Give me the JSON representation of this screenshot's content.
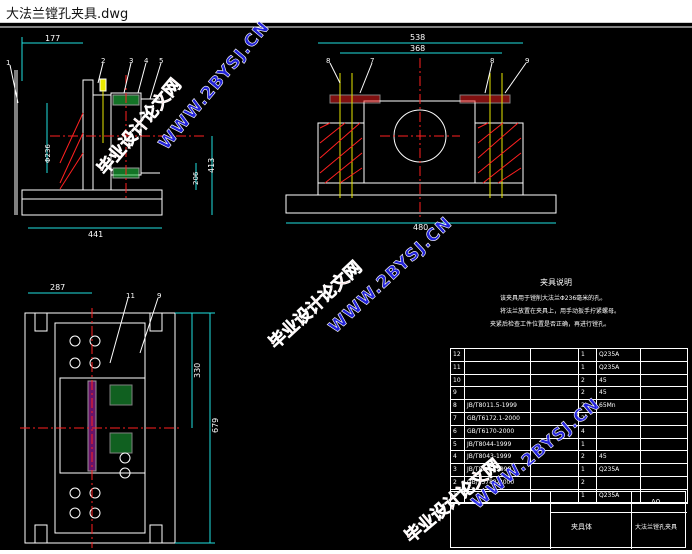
{
  "window": {
    "title": "大法兰镗孔夹具.dwg"
  },
  "colors": {
    "background": "#000000",
    "line": "#ffffff",
    "red": "#ff2020",
    "yellow": "#e8e800",
    "cyan": "#20e0e0",
    "green": "#20ff20"
  },
  "dimensions": {
    "front_width": "441",
    "front_top": "177",
    "front_height": "413",
    "front_inner": "206",
    "front_dia": "Φ236",
    "side_total": "538",
    "side_inner": "368",
    "side_bottom": "480",
    "plan_left": "287",
    "plan_height1": "330",
    "plan_height2": "679"
  },
  "balloons": {
    "front": [
      "1",
      "2",
      "3",
      "4",
      "5"
    ],
    "side": [
      "8",
      "7",
      "8",
      "9"
    ],
    "plan": [
      "11",
      "9"
    ]
  },
  "notes": {
    "title": "夹具说明",
    "lines": [
      "该夹具用于镗削大法兰Φ236毫米的孔。",
      "将法兰放置在夹具上，用手动扳手拧紧螺母。",
      "夹紧后检查工件位置是否正确，再进行镗孔。"
    ]
  },
  "bom_rows": [
    {
      "no": "12",
      "code": "",
      "name": "",
      "qty": "1",
      "material": "Q235A"
    },
    {
      "no": "11",
      "code": "",
      "name": "",
      "qty": "1",
      "material": "Q235A"
    },
    {
      "no": "10",
      "code": "",
      "name": "",
      "qty": "2",
      "material": "45"
    },
    {
      "no": "9",
      "code": "",
      "name": "",
      "qty": "2",
      "material": "45"
    },
    {
      "no": "8",
      "code": "JB/T8011.5-1999",
      "name": "",
      "qty": "2",
      "material": "65Mn"
    },
    {
      "no": "7",
      "code": "GB/T6172.1-2000",
      "name": "",
      "qty": "2",
      "material": ""
    },
    {
      "no": "6",
      "code": "GB/T6170-2000",
      "name": "",
      "qty": "4",
      "material": ""
    },
    {
      "no": "5",
      "code": "JB/T8044-1999",
      "name": "",
      "qty": "1",
      "material": ""
    },
    {
      "no": "4",
      "code": "JB/T8043-1999",
      "name": "",
      "qty": "2",
      "material": "45"
    },
    {
      "no": "3",
      "code": "JB/T8045-1999",
      "name": "",
      "qty": "1",
      "material": "Q235A"
    },
    {
      "no": "2",
      "code": "GB/T5782-2000",
      "name": "",
      "qty": "2",
      "material": ""
    },
    {
      "no": "1",
      "code": "",
      "name": "",
      "qty": "1",
      "material": "Q235A"
    }
  ],
  "title_block": {
    "cell1": "夹具体",
    "cell2": "大法兰镗孔夹具",
    "cell3": "A0"
  },
  "watermarks": {
    "url": "WWW.2BYSJ.CN",
    "cn": "毕业设计论文网"
  }
}
